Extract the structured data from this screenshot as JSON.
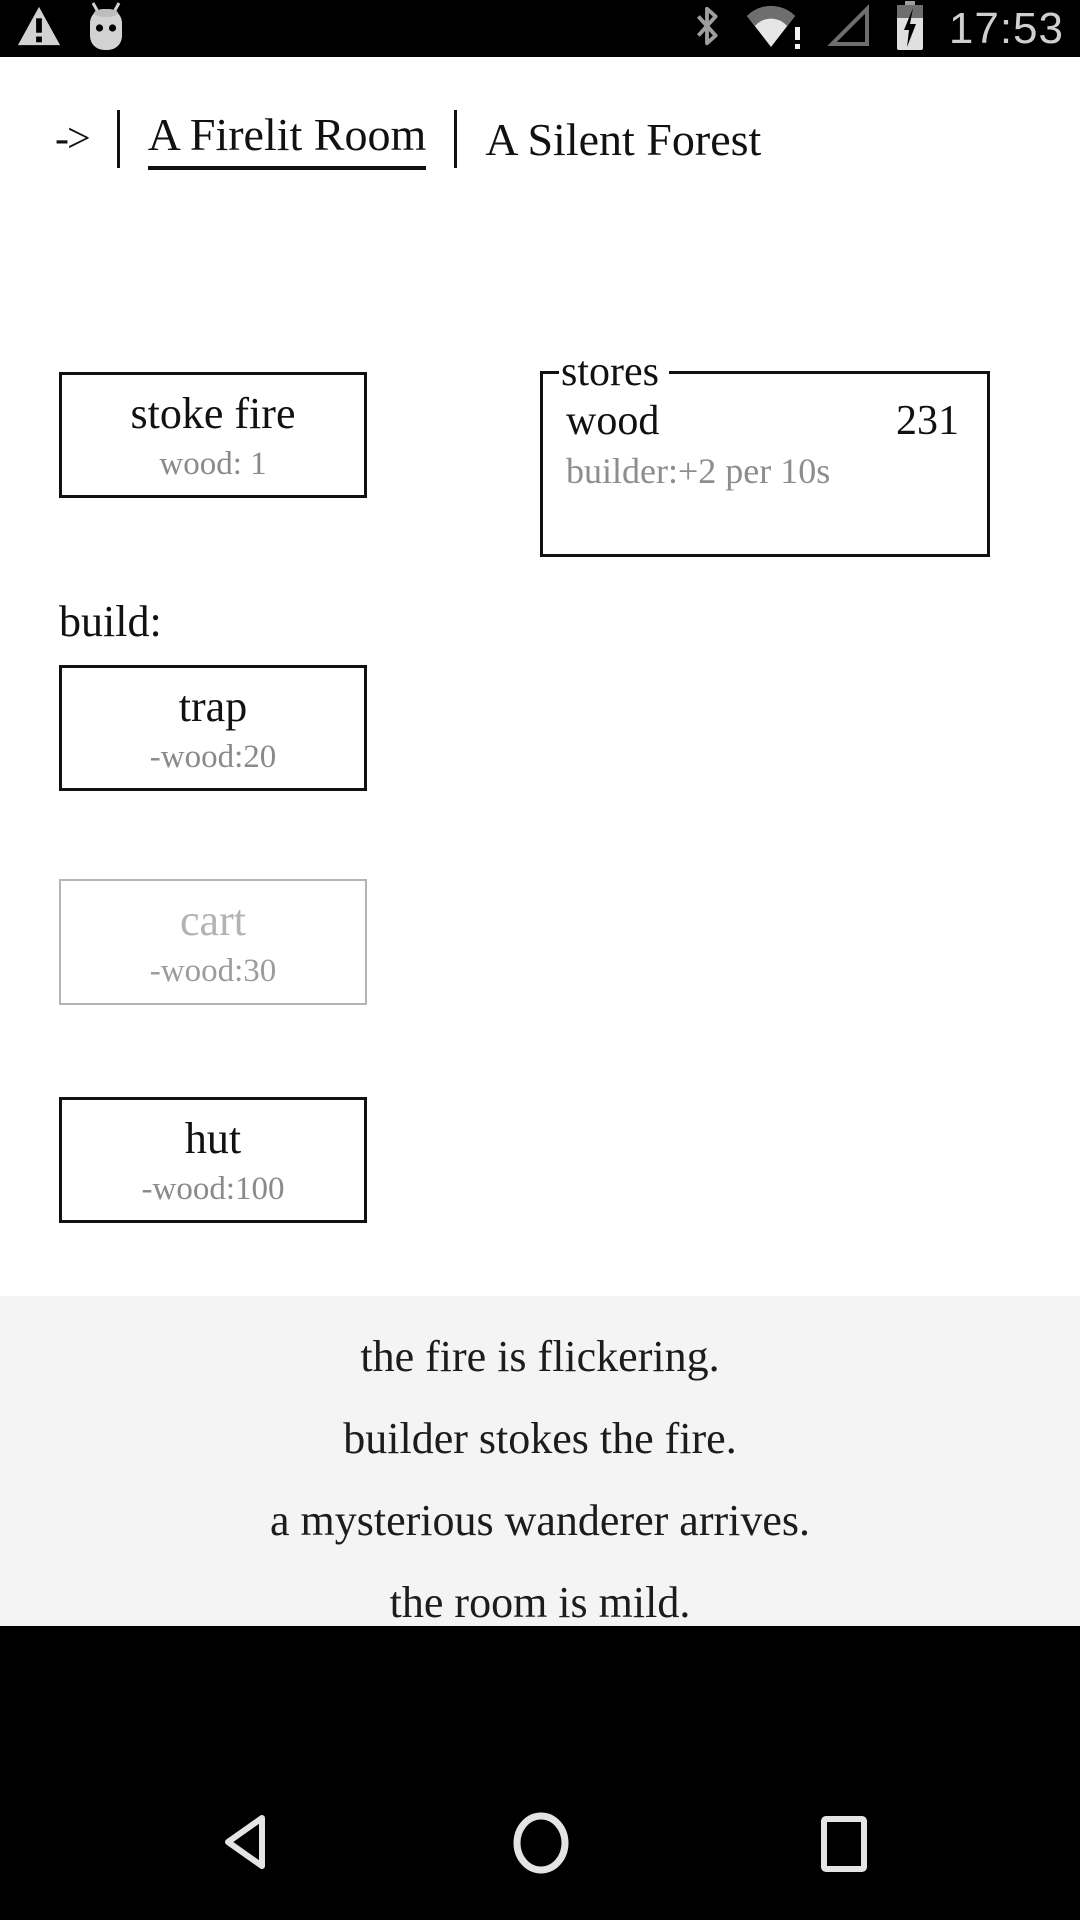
{
  "status_bar": {
    "time": "17:53",
    "left_icons": [
      "warning",
      "android-robot"
    ],
    "right_icons": [
      "bluetooth",
      "wifi-alert",
      "signal-empty",
      "battery-charging"
    ]
  },
  "header": {
    "back_arrow": "->",
    "tabs": [
      {
        "label": "A Firelit Room",
        "active": true
      },
      {
        "label": "A Silent Forest",
        "active": false
      }
    ]
  },
  "room": {
    "stoke_button": {
      "label": "stoke fire",
      "cost": "wood: 1"
    }
  },
  "stores": {
    "legend": "stores",
    "items": [
      {
        "name": "wood",
        "value": "231"
      }
    ],
    "income": "builder:+2 per 10s"
  },
  "build": {
    "heading": "build:",
    "buttons": [
      {
        "label": "trap",
        "cost": "-wood:20",
        "enabled": true
      },
      {
        "label": "cart",
        "cost": "-wood:30",
        "enabled": false
      },
      {
        "label": "hut",
        "cost": "-wood:100",
        "enabled": true
      }
    ]
  },
  "log": {
    "messages": [
      "the fire is flickering.",
      "builder stokes the fire.",
      "a mysterious wanderer arrives.",
      "the room is mild."
    ]
  },
  "android_nav": {
    "buttons": [
      "back",
      "home",
      "recents"
    ]
  },
  "colors": {
    "text": "#111111",
    "muted_text": "#8a8a8a",
    "disabled_border": "#b5b5b5",
    "disabled_text": "#b3b3b3",
    "log_background": "#f4f4f4",
    "bar_background": "#000000",
    "status_icon_light": "#d2d2d2",
    "status_icon_mid": "#9e9e9e",
    "status_icon_dark": "#6e6e6e",
    "time_color": "#cfcfcf",
    "nav_icon": "#e4e4e4"
  }
}
